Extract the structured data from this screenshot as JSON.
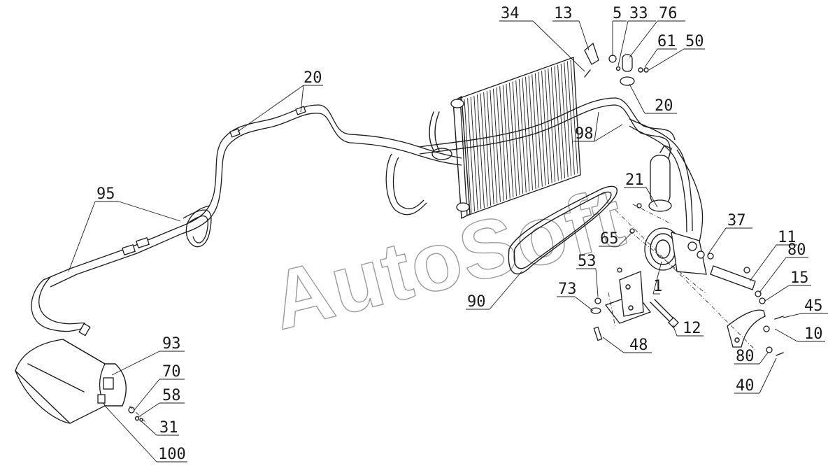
{
  "watermark": "AutoSoft",
  "callouts": [
    {
      "id": "c34",
      "text": "34"
    },
    {
      "id": "c13",
      "text": "13"
    },
    {
      "id": "c5",
      "text": "5"
    },
    {
      "id": "c33",
      "text": "33"
    },
    {
      "id": "c76",
      "text": "76"
    },
    {
      "id": "c61",
      "text": "61"
    },
    {
      "id": "c50",
      "text": "50"
    },
    {
      "id": "c20a",
      "text": "20"
    },
    {
      "id": "c20b",
      "text": "20"
    },
    {
      "id": "c98",
      "text": "98"
    },
    {
      "id": "c21",
      "text": "21"
    },
    {
      "id": "c95",
      "text": "95"
    },
    {
      "id": "c37",
      "text": "37"
    },
    {
      "id": "c65",
      "text": "65"
    },
    {
      "id": "c11",
      "text": "11"
    },
    {
      "id": "c80a",
      "text": "80"
    },
    {
      "id": "c53",
      "text": "53"
    },
    {
      "id": "c15",
      "text": "15"
    },
    {
      "id": "c73",
      "text": "73"
    },
    {
      "id": "c1",
      "text": "1"
    },
    {
      "id": "c45",
      "text": "45"
    },
    {
      "id": "c90",
      "text": "90"
    },
    {
      "id": "c12",
      "text": "12"
    },
    {
      "id": "c10",
      "text": "10"
    },
    {
      "id": "c93",
      "text": "93"
    },
    {
      "id": "c48",
      "text": "48"
    },
    {
      "id": "c80b",
      "text": "80"
    },
    {
      "id": "c70",
      "text": "70"
    },
    {
      "id": "c40",
      "text": "40"
    },
    {
      "id": "c58",
      "text": "58"
    },
    {
      "id": "c31",
      "text": "31"
    },
    {
      "id": "c100",
      "text": "100"
    }
  ]
}
